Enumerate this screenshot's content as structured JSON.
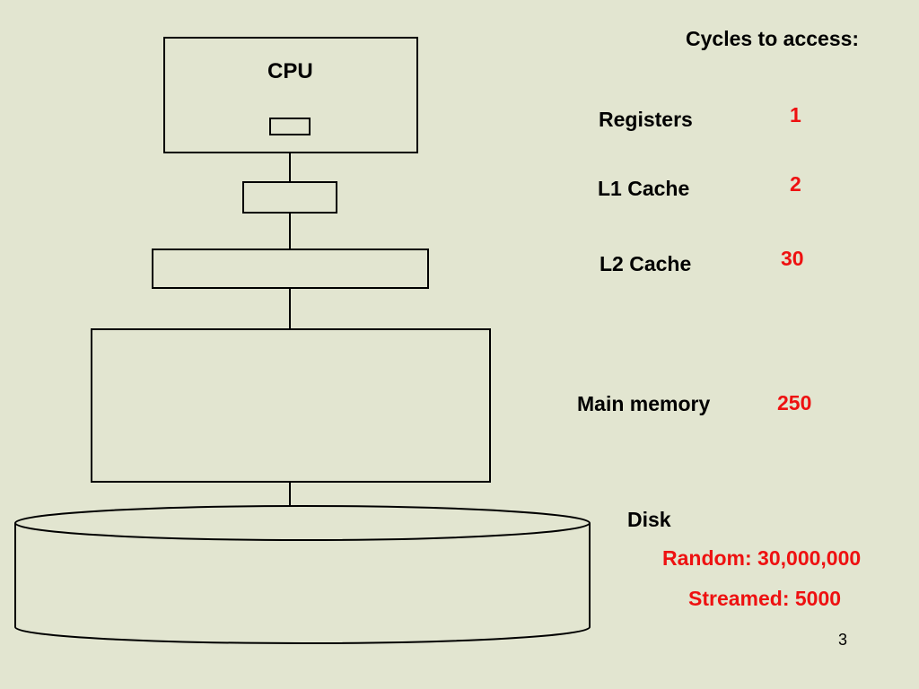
{
  "header": {
    "cycles_title": "Cycles to access:"
  },
  "cpu": {
    "label": "CPU"
  },
  "levels": {
    "registers": {
      "label": "Registers",
      "cycles": "1"
    },
    "l1": {
      "label": "L1 Cache",
      "cycles": "2"
    },
    "l2": {
      "label": "L2 Cache",
      "cycles": "30"
    },
    "main": {
      "label": "Main memory",
      "cycles": "250"
    },
    "disk": {
      "label": "Disk",
      "random": "Random: 30,000,000",
      "streamed": "Streamed: 5000"
    }
  },
  "slide": {
    "number": "3"
  },
  "colors": {
    "background": "#e2e5d0",
    "cycles_text": "#ee1111"
  }
}
